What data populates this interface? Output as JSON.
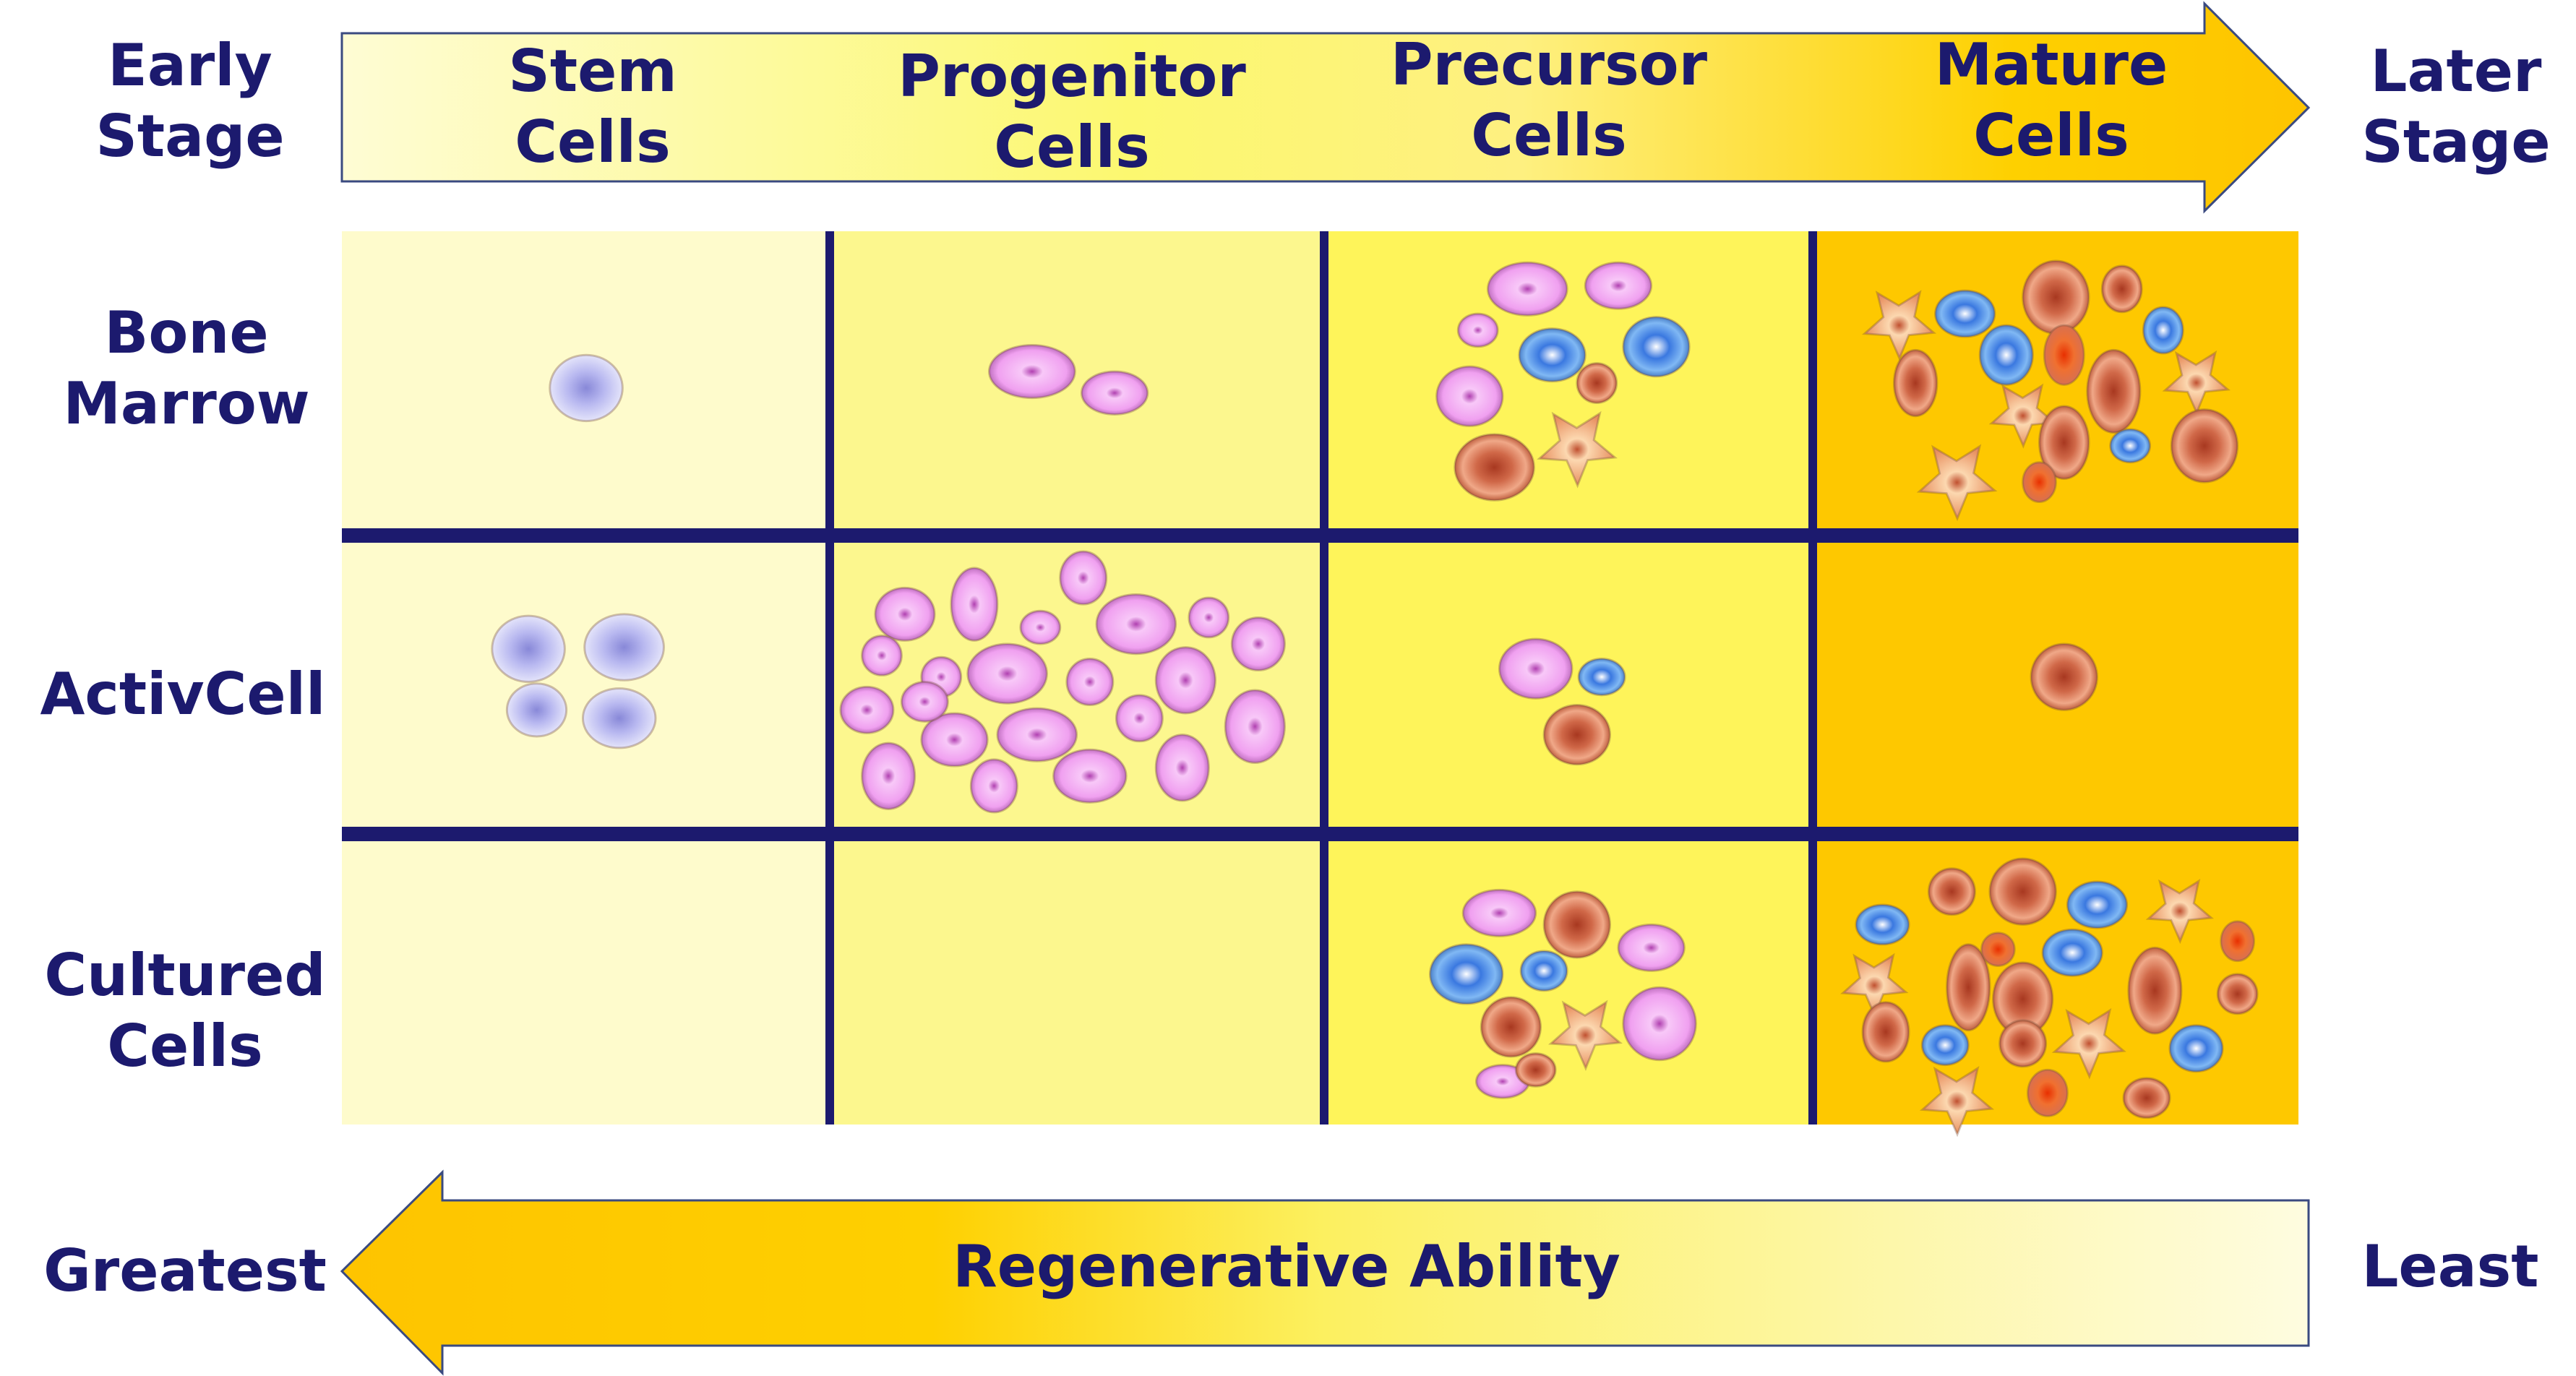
{
  "top_arrow": {
    "left_label": [
      "Early",
      "Stage"
    ],
    "right_label": [
      "Later",
      "Stage"
    ],
    "stages": [
      [
        "Stem",
        "Cells"
      ],
      [
        "Progenitor",
        "Cells"
      ],
      [
        "Precursor",
        "Cells"
      ],
      [
        "Mature",
        "Cells"
      ]
    ]
  },
  "rows": [
    [
      "Bone",
      "Marrow"
    ],
    [
      "ActivCell"
    ],
    [
      "Cultured",
      "Cells"
    ]
  ],
  "bottom_arrow": {
    "label": "Regenerative Ability",
    "left_label": "Greatest",
    "right_label": "Least"
  },
  "colors": {
    "text": "#1c1a6e",
    "divider": "#1c1a6e",
    "col1": "#fefbcc",
    "col2": "#fcf78e",
    "col3": "#fef45a",
    "col4": "#fec800"
  }
}
